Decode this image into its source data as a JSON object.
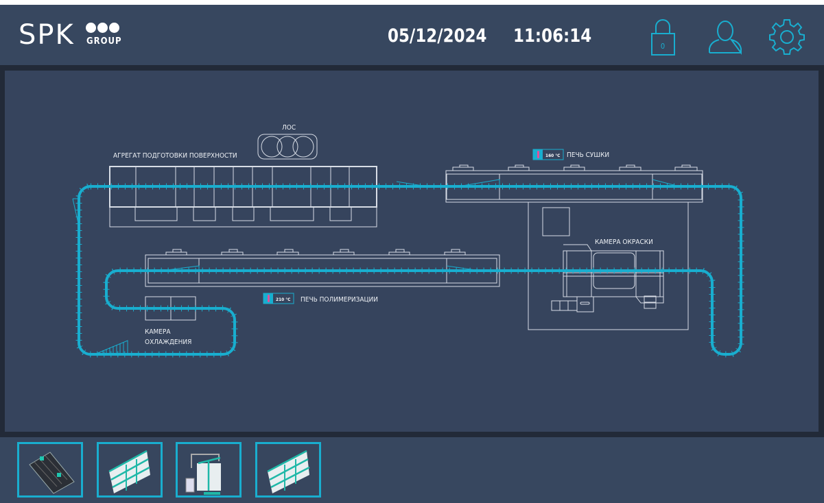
{
  "header": {
    "logo_text": "SPK",
    "logo_sub": "GROUP",
    "date": "05/12/2024",
    "time": "11:06:14",
    "icons": [
      "lock-icon",
      "user-icon",
      "gear-icon"
    ],
    "lock_label": "0"
  },
  "diagram": {
    "surface_prep_label": "АГРЕГАТ ПОДГОТОВКИ ПОВЕРХНОСТИ",
    "los_label": "ЛОС",
    "drying_oven_label": "ПЕЧЬ СУШКИ",
    "drying_oven_temp": "160 °C",
    "paint_booth_label": "КАМЕРА ОКРАСКИ",
    "curing_oven_label": "ПЕЧЬ ПОЛИМЕРИЗАЦИИ",
    "curing_oven_temp": "210 °C",
    "cooling_label_line1": "КАМЕРА",
    "cooling_label_line2": "ОХЛАЖДЕНИЯ"
  },
  "thumbnails": [
    {
      "name": "surface-prep-unit"
    },
    {
      "name": "drying-oven"
    },
    {
      "name": "paint-booth"
    },
    {
      "name": "curing-oven"
    }
  ],
  "colors": {
    "accent": "#19aecf",
    "background": "#37475f",
    "line": "#d8dde6",
    "thermo": "#e0519a"
  }
}
